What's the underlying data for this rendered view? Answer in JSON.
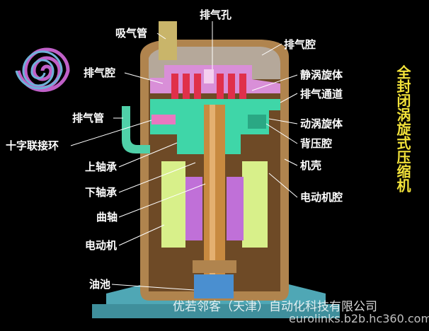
{
  "title": "全封闭涡旋式压缩机",
  "labels": {
    "suction_pipe": "吸气管",
    "discharge_hole": "排气孔",
    "discharge_chamber_top": "排气腔",
    "discharge_chamber_left": "排气腔",
    "fixed_scroll": "静涡旋体",
    "discharge_passage": "排气通道",
    "discharge_pipe": "排气管",
    "orbiting_scroll": "动涡旋体",
    "oldham_ring": "十字联接环",
    "back_pressure_chamber": "背压腔",
    "upper_bearing": "上轴承",
    "shell": "机壳",
    "motor_chamber": "电动机腔",
    "lower_bearing": "下轴承",
    "crankshaft": "曲轴",
    "motor": "电动机",
    "oil_sump": "油池"
  },
  "watermark": {
    "company": "优若邻客（天津）自动化科技有限公司",
    "site": "eurolinks.b2b.hc360.com"
  },
  "colors": {
    "background": "#000000",
    "shell": "#b0844e",
    "shell_inner": "#6e4a26",
    "fixed_scroll": "#d98fd8",
    "orbiting_scroll": "#3fd6a8",
    "red_scroll": "#e0304a",
    "motor": "#d8f08a",
    "rotor": "#c070d8",
    "shaft": "#c88a40",
    "base": "#4fa7b5",
    "title": "#f2e23a"
  }
}
